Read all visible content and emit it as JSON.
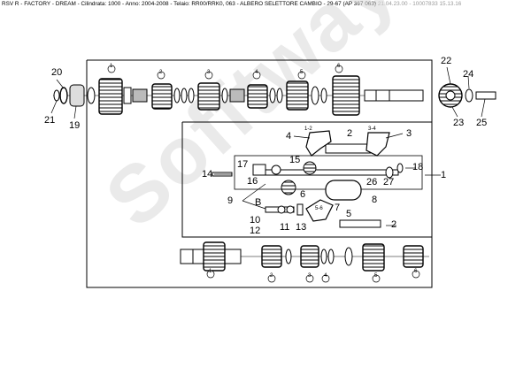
{
  "header": {
    "title": "RSV R - FACTORY - DREAM - Cilindrata: 1000 - Anno: 2004-2008 - Telaio: RR00/RRK0, 063 - ALBERO SELETTORE CAMBIO - 29-67 (AP 367 063)",
    "meta": "21.04.23.00 - 10007833 15.13.16"
  },
  "watermark": "Sofftway",
  "callouts": {
    "c20": "20",
    "c21": "21",
    "c19": "19",
    "c22": "22",
    "c24": "24",
    "c23": "23",
    "c25": "25",
    "c4": "4",
    "c2a": "2",
    "c3": "3",
    "c14": "14",
    "c17": "17",
    "c16": "16",
    "c15": "15",
    "c26": "26",
    "c27": "27",
    "c18": "18",
    "c1": "1",
    "c9": "9",
    "cB": "B",
    "c6": "6",
    "c8": "8",
    "c7": "7",
    "c10": "10",
    "c12": "12",
    "c11": "11",
    "c13": "13",
    "c5": "5",
    "c2b": "2"
  },
  "gear_marks": {
    "top": [
      "1",
      "2",
      "3",
      "4",
      "5",
      "6"
    ],
    "bottom": [
      "1",
      "2",
      "3",
      "4",
      "5",
      "6"
    ],
    "forks": [
      "1-2",
      "3-4",
      "5-6"
    ]
  }
}
